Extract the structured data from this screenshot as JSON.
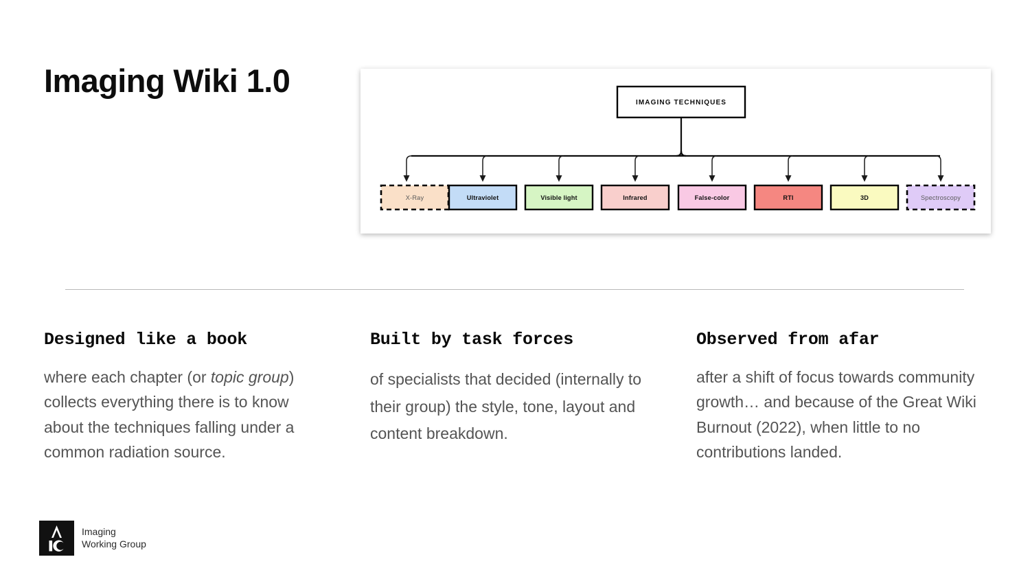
{
  "slide": {
    "title": "Imaging Wiki 1.0"
  },
  "diagram": {
    "root": {
      "label": "IMAGING TECHNIQUES"
    },
    "nodes": [
      {
        "label": "X-Ray",
        "fill": "#FAE0C8",
        "border_style": "dashed",
        "text_color": "#5a5a5a",
        "bold": false
      },
      {
        "label": "Ultraviolet",
        "fill": "#C3DCF7",
        "border_style": "solid",
        "text_color": "#111111",
        "bold": true
      },
      {
        "label": "Visible light",
        "fill": "#D6F5C4",
        "border_style": "solid",
        "text_color": "#111111",
        "bold": true
      },
      {
        "label": "Infrared",
        "fill": "#F9CFCC",
        "border_style": "solid",
        "text_color": "#111111",
        "bold": true
      },
      {
        "label": "False-color",
        "fill": "#F9C9E4",
        "border_style": "solid",
        "text_color": "#111111",
        "bold": true
      },
      {
        "label": "RTI",
        "fill": "#F58781",
        "border_style": "solid",
        "text_color": "#111111",
        "bold": true
      },
      {
        "label": "3D",
        "fill": "#FAFAC0",
        "border_style": "solid",
        "text_color": "#111111",
        "bold": true
      },
      {
        "label": "Spectroscopy",
        "fill": "#DFCBF7",
        "border_style": "dashed",
        "text_color": "#5a5a5a",
        "bold": false
      }
    ]
  },
  "columns": [
    {
      "heading": "Designed like a book",
      "body_parts": [
        {
          "text": "where each chapter (or ",
          "italic": false
        },
        {
          "text": "topic group",
          "italic": true
        },
        {
          "text": ") collects everything there is to know about the techniques falling under a common radiation source.",
          "italic": false
        }
      ]
    },
    {
      "heading": "Built by task forces",
      "body_parts": [
        {
          "text": "of specialists that decided (internally to their group) the style, tone, layout and content breakdown.",
          "italic": false
        }
      ]
    },
    {
      "heading": "Observed from afar",
      "body_parts": [
        {
          "text": "after a shift of focus towards community growth… and because of the Great Wiki Burnout (2022), when little to no contributions landed.",
          "italic": false
        }
      ]
    }
  ],
  "logo": {
    "mark_letters": "A IC",
    "line1": "Imaging",
    "line2": "Working Group"
  }
}
